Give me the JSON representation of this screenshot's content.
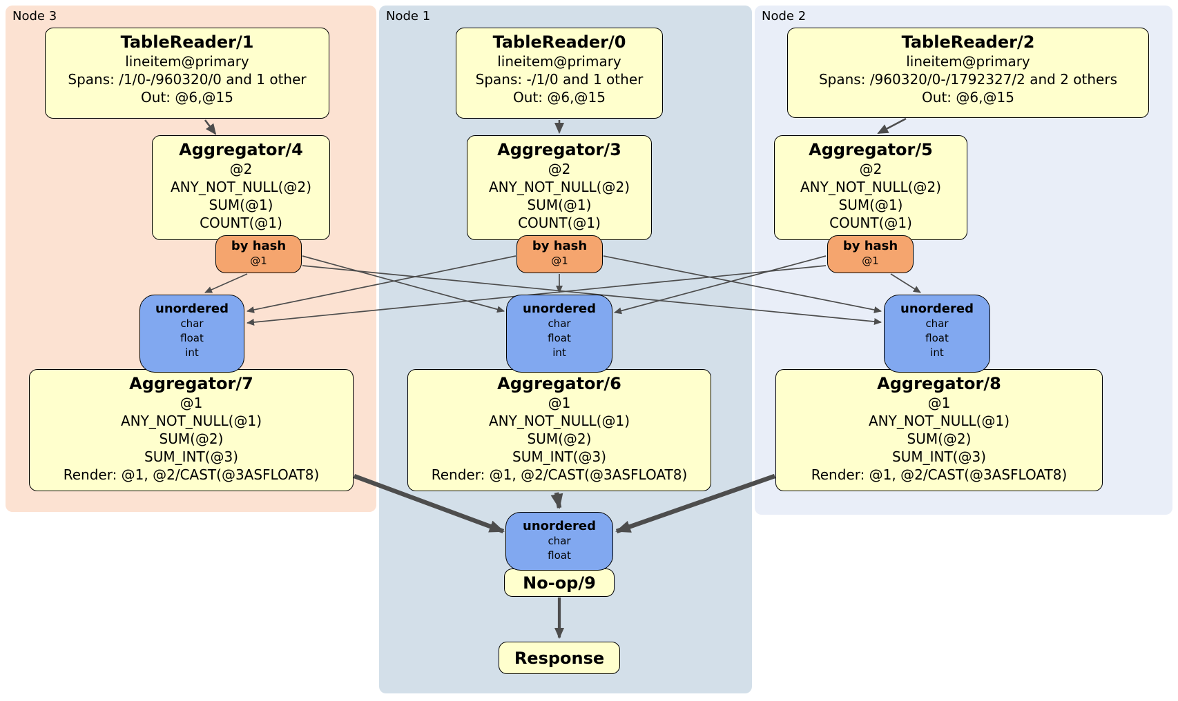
{
  "regions": [
    {
      "id": "node3",
      "label": "Node 3"
    },
    {
      "id": "node1",
      "label": "Node 1"
    },
    {
      "id": "node2",
      "label": "Node 2"
    }
  ],
  "boxes": {
    "tr1": {
      "title": "TableReader/1",
      "lines": [
        "lineitem@primary",
        "Spans: /1/0-/960320/0 and 1 other",
        "Out: @6,@15"
      ]
    },
    "tr0": {
      "title": "TableReader/0",
      "lines": [
        "lineitem@primary",
        "Spans: -/1/0 and 1 other",
        "Out: @6,@15"
      ]
    },
    "tr2": {
      "title": "TableReader/2",
      "lines": [
        "lineitem@primary",
        "Spans: /960320/0-/1792327/2 and 2 others",
        "Out: @6,@15"
      ]
    },
    "agg4": {
      "title": "Aggregator/4",
      "lines": [
        "@2",
        "ANY_NOT_NULL(@2)",
        "SUM(@1)",
        "COUNT(@1)"
      ]
    },
    "agg3": {
      "title": "Aggregator/3",
      "lines": [
        "@2",
        "ANY_NOT_NULL(@2)",
        "SUM(@1)",
        "COUNT(@1)"
      ]
    },
    "agg5": {
      "title": "Aggregator/5",
      "lines": [
        "@2",
        "ANY_NOT_NULL(@2)",
        "SUM(@1)",
        "COUNT(@1)"
      ]
    },
    "router3": {
      "title": "by hash",
      "lines": [
        "@1"
      ]
    },
    "router1": {
      "title": "by hash",
      "lines": [
        "@1"
      ]
    },
    "router2": {
      "title": "by hash",
      "lines": [
        "@1"
      ]
    },
    "sync3": {
      "title": "unordered",
      "lines": [
        "char",
        "float",
        "int"
      ]
    },
    "sync1": {
      "title": "unordered",
      "lines": [
        "char",
        "float",
        "int"
      ]
    },
    "sync2": {
      "title": "unordered",
      "lines": [
        "char",
        "float",
        "int"
      ]
    },
    "agg7": {
      "title": "Aggregator/7",
      "lines": [
        "@1",
        "ANY_NOT_NULL(@1)",
        "SUM(@2)",
        "SUM_INT(@3)",
        "Render: @1, @2/CAST(@3ASFLOAT8)"
      ]
    },
    "agg6": {
      "title": "Aggregator/6",
      "lines": [
        "@1",
        "ANY_NOT_NULL(@1)",
        "SUM(@2)",
        "SUM_INT(@3)",
        "Render: @1, @2/CAST(@3ASFLOAT8)"
      ]
    },
    "agg8": {
      "title": "Aggregator/8",
      "lines": [
        "@1",
        "ANY_NOT_NULL(@1)",
        "SUM(@2)",
        "SUM_INT(@3)",
        "Render: @1, @2/CAST(@3ASFLOAT8)"
      ]
    },
    "syncfinal": {
      "title": "unordered",
      "lines": [
        "char",
        "float"
      ]
    },
    "noop": {
      "title": "No-op/9"
    },
    "response": {
      "title": "Response"
    }
  },
  "colors": {
    "node3_bg": "#fce2d2",
    "node1_bg": "#d3dfe9",
    "node2_bg": "#e9eef8",
    "processor_fill": "#ffffcd",
    "router_fill": "#f5a56e",
    "sync_fill": "#81a8f0",
    "edge": "#4d4d4d",
    "border": "#000000"
  }
}
